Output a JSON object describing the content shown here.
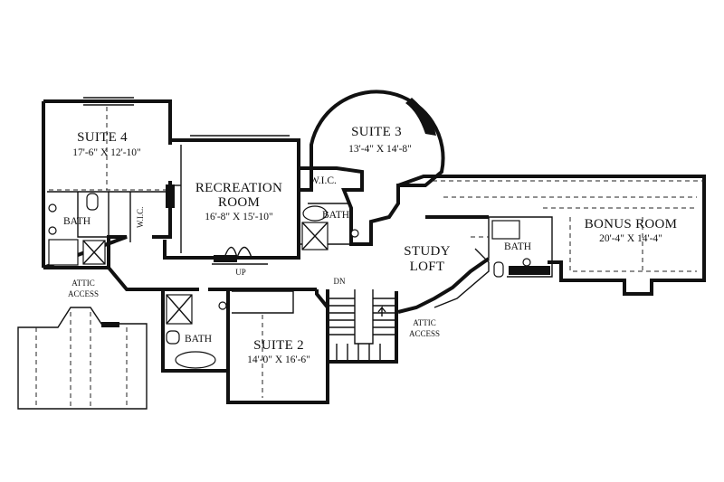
{
  "rooms": {
    "suite4": {
      "name": "SUITE 4",
      "dims": "17'-6\" X 12'-10\""
    },
    "recreation": {
      "name_line1": "RECREATION",
      "name_line2": "ROOM",
      "dims": "16'-8\" X 15'-10\""
    },
    "suite3": {
      "name": "SUITE 3",
      "dims": "13'-4\" X 14'-8\""
    },
    "bonus": {
      "name": "BONUS ROOM",
      "dims": "20'-4\" X 14'-4\""
    },
    "study": {
      "name_line1": "STUDY",
      "name_line2": "LOFT"
    },
    "suite2": {
      "name": "SUITE 2",
      "dims": "14'-0\" X 16'-6\""
    }
  },
  "labels": {
    "bath": "BATH",
    "wic": "W.I.C.",
    "up": "UP",
    "dn": "DN",
    "attic_line1": "ATTIC",
    "attic_line2": "ACCESS"
  }
}
